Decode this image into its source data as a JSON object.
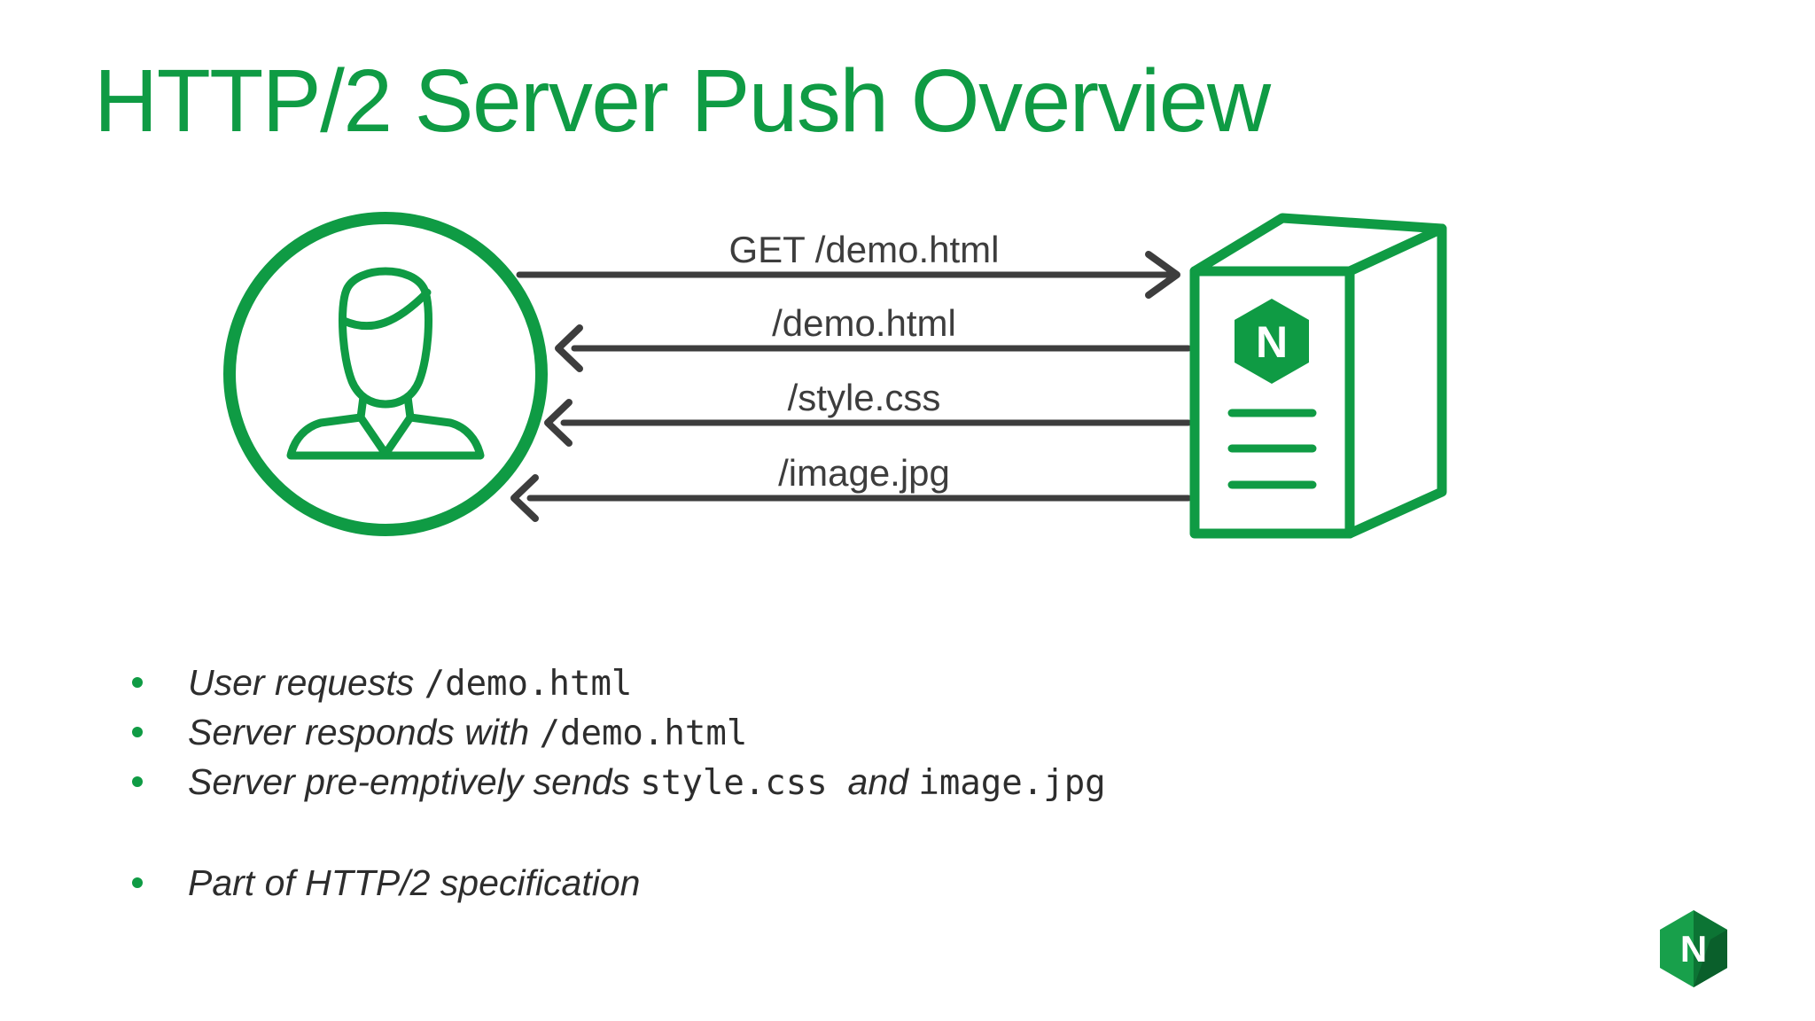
{
  "slide": {
    "title": "HTTP/2 Server Push Overview",
    "background_color": "#ffffff",
    "accent_green": "#0f9b44",
    "arrow_color": "#3d3d3d",
    "text_color": "#2d2d2d"
  },
  "diagram": {
    "client_icon": "user-avatar-icon",
    "server_icon": "nginx-server-box-icon",
    "messages": [
      {
        "label": "GET /demo.html",
        "from": "client",
        "to": "server",
        "direction": "right"
      },
      {
        "label": "/demo.html",
        "from": "server",
        "to": "client",
        "direction": "left"
      },
      {
        "label": "/style.css",
        "from": "server",
        "to": "client",
        "direction": "left"
      },
      {
        "label": "/image.jpg",
        "from": "server",
        "to": "client",
        "direction": "left"
      }
    ],
    "server_logo_letter": "N"
  },
  "bullets": [
    {
      "parts": [
        {
          "style": "italic",
          "text": "User requests "
        },
        {
          "style": "mono",
          "text": "/demo.html"
        }
      ]
    },
    {
      "parts": [
        {
          "style": "italic",
          "text": "Server responds with "
        },
        {
          "style": "mono",
          "text": "/demo.html"
        }
      ]
    },
    {
      "parts": [
        {
          "style": "italic",
          "text": "Server pre-emptively sends "
        },
        {
          "style": "mono",
          "text": "style.css"
        },
        {
          "style": "italic",
          "text": "  and "
        },
        {
          "style": "mono",
          "text": "image.jpg"
        }
      ]
    },
    {
      "parts": [
        {
          "style": "italic",
          "text": "Part of HTTP/2 specification"
        }
      ]
    }
  ],
  "footer": {
    "logo_letter": "N"
  }
}
